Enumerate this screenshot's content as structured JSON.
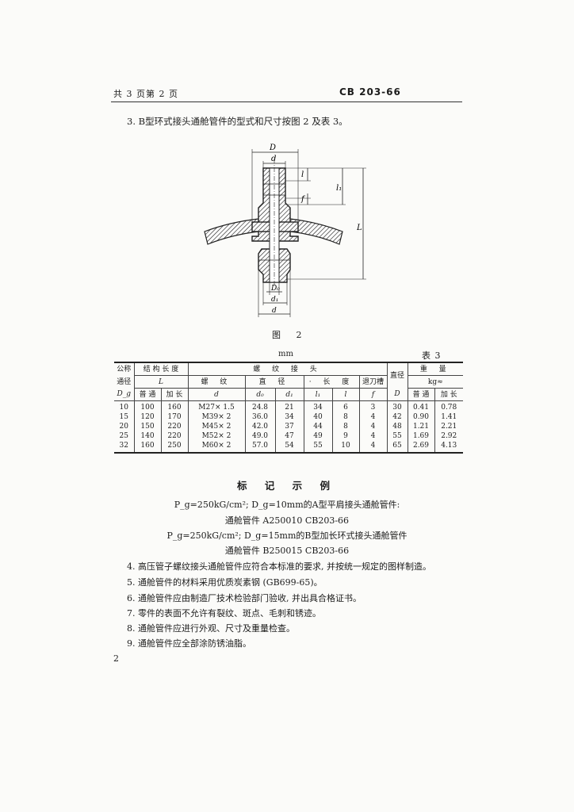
{
  "header": {
    "page_info": "共 3 页第 2 页",
    "standard_code": "CB 203-66"
  },
  "intro": "3. B型环式接头通舱管件的型式和尺寸按图 2 及表 3。",
  "figure": {
    "caption": "图 2",
    "labels": {
      "D_top": "D",
      "d_top": "d",
      "l": "l",
      "l1": "l₁",
      "f": "f",
      "L": "L",
      "D0": "D₀",
      "d1": "d₁",
      "d_bottom": "d"
    }
  },
  "table": {
    "units": "mm",
    "number": "表 3",
    "headers": {
      "nominal_1": "公称",
      "nominal_2": "通径",
      "nominal_3": "D_g",
      "struct_length": "结 构 长 度",
      "struct_L": "L",
      "normal": "普 通",
      "extended": "加 长",
      "thread_joint": "螺 纹 接 头",
      "thread": "螺 纹",
      "thread_d": "d",
      "diameter": "直 径",
      "d0": "d₀",
      "d1": "d₁",
      "length": "· 长 度",
      "l1": "l₁",
      "l": "l",
      "relief": "退刀槽",
      "relief_f": "f",
      "dia_D_1": "直径",
      "dia_D_2": "D",
      "weight": "重 量",
      "weight_unit": "kg≈",
      "w_normal": "普 通",
      "w_extended": "加 长"
    },
    "rows": [
      [
        "10",
        "100",
        "160",
        "M27× 1.5",
        "24.8",
        "21",
        "34",
        "6",
        "3",
        "30",
        "0.41",
        "0.78"
      ],
      [
        "15",
        "120",
        "170",
        "M39× 2",
        "36.0",
        "34",
        "40",
        "8",
        "4",
        "42",
        "0.90",
        "1.41"
      ],
      [
        "20",
        "150",
        "220",
        "M45× 2",
        "42.0",
        "37",
        "44",
        "8",
        "4",
        "48",
        "1.21",
        "2.21"
      ],
      [
        "25",
        "140",
        "220",
        "M52× 2",
        "49.0",
        "47",
        "49",
        "9",
        "4",
        "55",
        "1.69",
        "2.92"
      ],
      [
        "32",
        "160",
        "250",
        "M60× 2",
        "57.0",
        "54",
        "55",
        "10",
        "4",
        "65",
        "2.69",
        "4.13"
      ]
    ]
  },
  "examples": {
    "title": "标 记 示 例",
    "lines": [
      "P_g=250kG/cm²; D_g=10mm的A型平肩接头通舱管件:",
      "通舱管件 A250010 CB203-66",
      "P_g=250kG/cm²; D_g=15mm的B型加长环式接头通舱管件",
      "通舱管件 B250015 CB203-66"
    ]
  },
  "clauses": [
    "4. 高压管子螺纹接头通舱管件应符合本标准的要求, 并按统一规定的图样制造。",
    "5. 通舱管件的材料采用优质炭素钢 (GB699-65)。",
    "6. 通舱管件应由制造厂技术检验部门验收, 并出具合格证书。",
    "7. 零件的表面不允许有裂纹、斑点、毛刺和锈迹。",
    "8. 通舱管件应进行外观、尺寸及重量检查。",
    "9. 通舱管件应全部涂防锈油脂。"
  ],
  "page_number": "2",
  "colors": {
    "ink": "#1c1c1c",
    "paper": "#fbfbf9"
  }
}
